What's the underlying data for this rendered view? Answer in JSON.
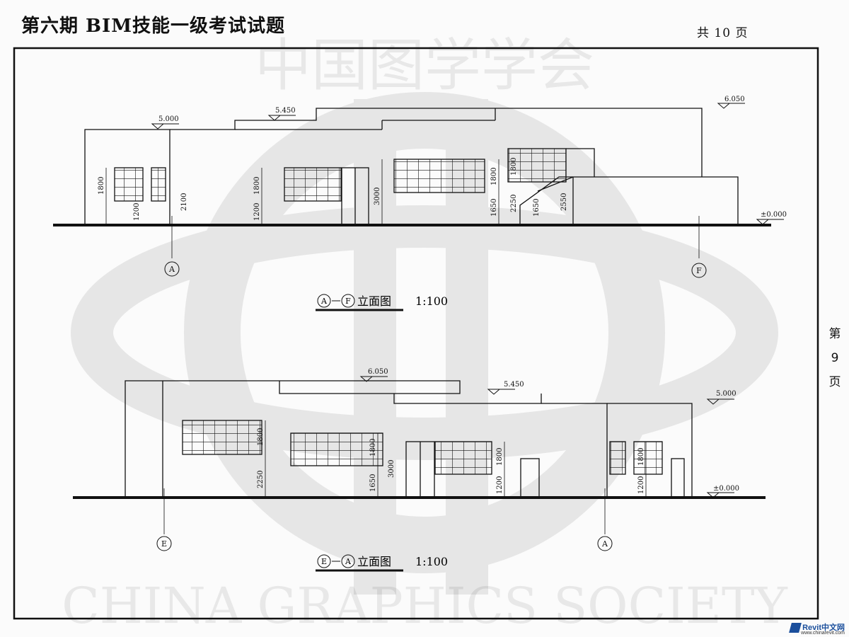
{
  "header": {
    "title": "第六期 BIM技能一级考试试题",
    "total_pages": "共  10  页"
  },
  "side_page": {
    "prefix": "第",
    "number": "9",
    "suffix": "页"
  },
  "watermark": {
    "text": "中国图学学会",
    "text_en": "CHINA GRAPHICS SOCIETY"
  },
  "elevation_top": {
    "caption_axis_left": "A",
    "caption_axis_right": "F",
    "caption_title": "立面图",
    "caption_scale": "1:100",
    "levels": [
      "5.000",
      "5.450",
      "6.050",
      "±0.000"
    ],
    "dims": [
      "1800",
      "1200",
      "2100",
      "1800",
      "1200",
      "3000",
      "1800",
      "1650",
      "1800",
      "2250",
      "1650",
      "2550"
    ],
    "axes": [
      "A",
      "F"
    ]
  },
  "elevation_bottom": {
    "caption_axis_left": "E",
    "caption_axis_right": "A",
    "caption_title": "立面图",
    "caption_scale": "1:100",
    "levels": [
      "6.050",
      "5.450",
      "5.000",
      "±0.000"
    ],
    "dims": [
      "1800",
      "2250",
      "1800",
      "1650",
      "3000",
      "1800",
      "1200",
      "1800",
      "1200"
    ],
    "axes": [
      "E",
      "A"
    ]
  },
  "logo": {
    "text": "Revit中文网",
    "url": "www.chinarevit.com"
  }
}
